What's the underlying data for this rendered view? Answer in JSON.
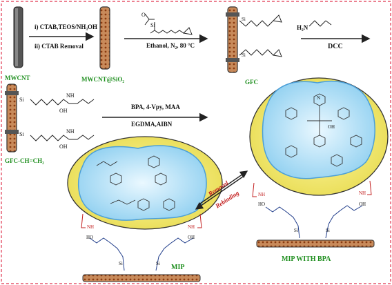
{
  "steps": {
    "step1_line1": "i) CTAB,TEOS/NH₃OH",
    "step1_line2": "ii) CTAB  Removal",
    "step2_condition": "Ethanol, N₂, 80 °C",
    "step3_reagent_amine": "H₂N",
    "step3_reagent": "DCC",
    "step4_line1": "BPA, 4-Vpy, MAA",
    "step4_line2": "EGDMA,AIBN",
    "removal": "Removal",
    "rebinding": "Rebinding"
  },
  "labels": {
    "mwcnt": "MWCNT",
    "mwcnt_sio2": "MWCNT@SiO₂",
    "gfc": "GFC",
    "gfc_ch": "GFC-CH=CH₂",
    "mip": "MIP",
    "mip_bpa": "MIP WITH BPA"
  },
  "structure_text": {
    "si": "Si",
    "o": "O",
    "oh": "OH",
    "ho": "HO",
    "nh": "NH",
    "n": "N",
    "h": "H",
    "oh_small": "OH"
  },
  "colors": {
    "frame": "#e0344d",
    "tube_dark": "#4a4a4a",
    "tube_fill": "#c88a5a",
    "tube_dots": "#8a3b10",
    "core_yellow": "#f3ec7e",
    "cavity_blue": "#bfe6f5",
    "cavity_edge": "#4b9fd8",
    "linker_blue": "#1f3c8a",
    "linker_red": "#c21c1c",
    "text_green": "#1f8f1f"
  }
}
